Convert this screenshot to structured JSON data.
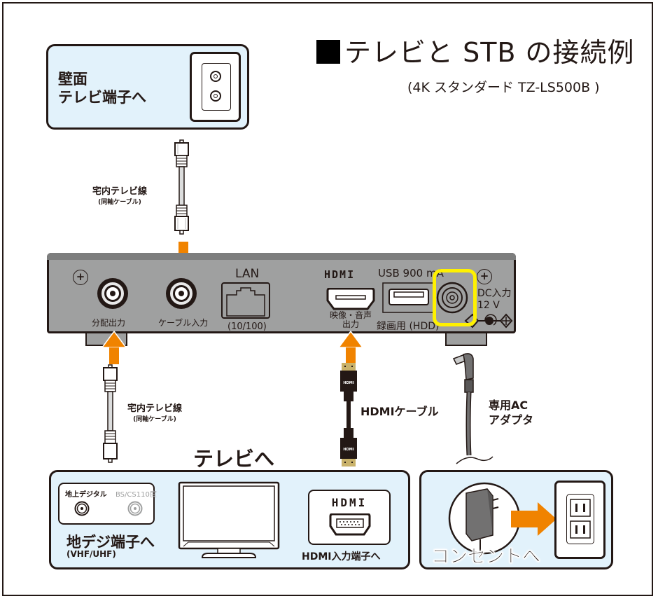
{
  "title": "テレビと STB の接続例",
  "subtitle": "(4K スタンダード TZ-LS500B )",
  "wall_panel": {
    "label_line1": "壁面",
    "label_line2": "テレビ端子へ",
    "icon": "wall-antenna-outlet-icon"
  },
  "top_cable": {
    "label": "宅内テレビ線",
    "sublabel": "(同軸ケーブル)",
    "icon": "coaxial-cable-icon"
  },
  "stb": {
    "ports": [
      {
        "label": "分配出力",
        "icon": "f-connector-icon"
      },
      {
        "label": "ケーブル入力",
        "icon": "f-connector-icon"
      },
      {
        "label": "LAN",
        "sublabel": "(10/100)",
        "icon": "ethernet-port-icon"
      },
      {
        "label": "HDMI",
        "sublabel_line1": "映像・音声",
        "sublabel_line2": "出力",
        "icon": "hdmi-port-icon"
      },
      {
        "label": "USB 900 mA",
        "sublabel": "録画用 (HDD)",
        "icon": "usb-port-icon"
      },
      {
        "label_line1": "DC入力",
        "label_line2": "12 V",
        "icon": "dc-jack-icon"
      }
    ],
    "screw_icon": "screw-icon",
    "highlight_color": "#fff100"
  },
  "bottom_cable": {
    "label": "宅内テレビ線",
    "sublabel": "(同軸ケーブル)",
    "icon": "coaxial-cable-icon"
  },
  "hdmi_cable": {
    "label": "HDMIケーブル",
    "plug_text": "HDMI",
    "icon": "hdmi-cable-icon"
  },
  "ac_adapter_cable": {
    "label_line1": "専用AC",
    "label_line2": "アダプタ",
    "icon": "dc-plug-cable-icon"
  },
  "tv_heading": "テレビへ",
  "tv_panel": {
    "antenna_box": {
      "terrestrial_label": "地上デジタル",
      "bs_label": "BS/CS110度"
    },
    "antenna_caption": "地デジ端子へ",
    "antenna_caption_sub": "(VHF/UHF)",
    "hdmi_logo": "HDMI",
    "hdmi_caption": "HDMI入力端子へ",
    "tv_icon": "television-icon"
  },
  "ac_panel": {
    "caption": "コンセントへ",
    "adapter_icon": "ac-adapter-icon",
    "outlet_icon": "power-outlet-icon"
  },
  "colors": {
    "arrow": "#f08300",
    "panel_bg": "#e2f2fb",
    "stb_body": "#9fa0a0",
    "highlight": "#fff100",
    "line": "#231815"
  }
}
